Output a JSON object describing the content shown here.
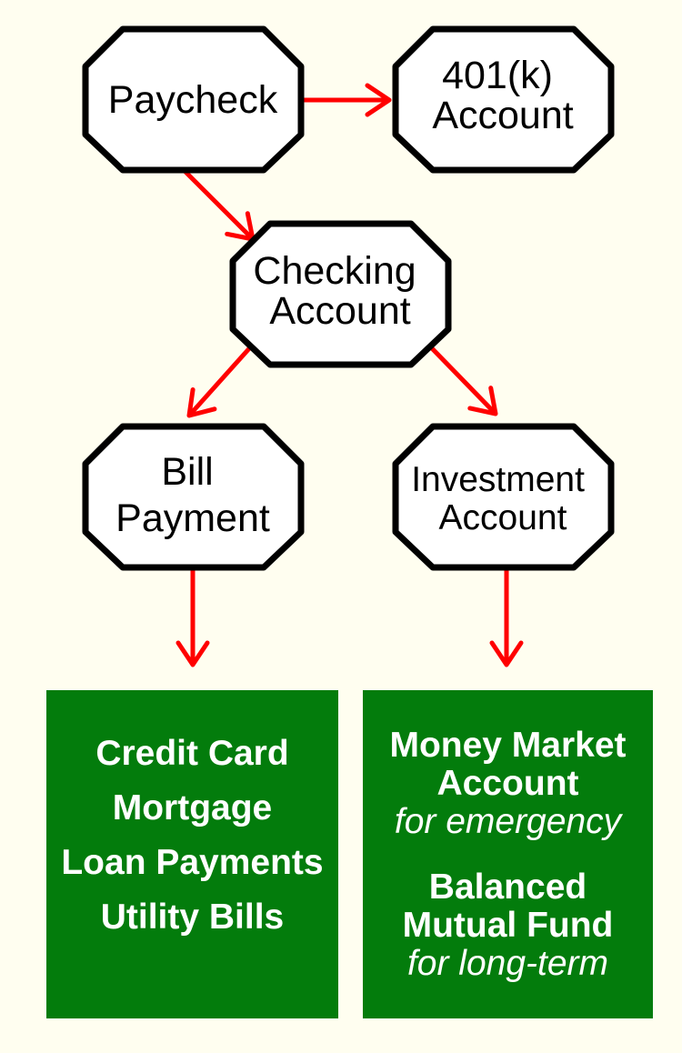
{
  "nodes": {
    "paycheck": {
      "lines": [
        "Paycheck"
      ]
    },
    "k401": {
      "lines": [
        "401(k)",
        "Account"
      ]
    },
    "checking": {
      "lines": [
        "Checking",
        "Account"
      ]
    },
    "bill_payment": {
      "lines": [
        "Bill",
        "Payment"
      ]
    },
    "investment": {
      "lines": [
        "Investment",
        "Account"
      ]
    }
  },
  "bills_box": {
    "items": [
      "Credit Card",
      "Mortgage",
      "Loan Payments",
      "Utility Bills"
    ]
  },
  "investment_box": {
    "money_market": {
      "title_1": "Money Market",
      "title_2": "Account",
      "note": "for emergency"
    },
    "mutual_fund": {
      "title_1": "Balanced",
      "title_2": "Mutual Fund",
      "note": "for long-term"
    }
  },
  "colors": {
    "arrow": "#ff0000",
    "node_stroke": "#000000",
    "node_fill": "#ffffff",
    "box_fill": "#037c0c",
    "background": "#fffef0"
  }
}
